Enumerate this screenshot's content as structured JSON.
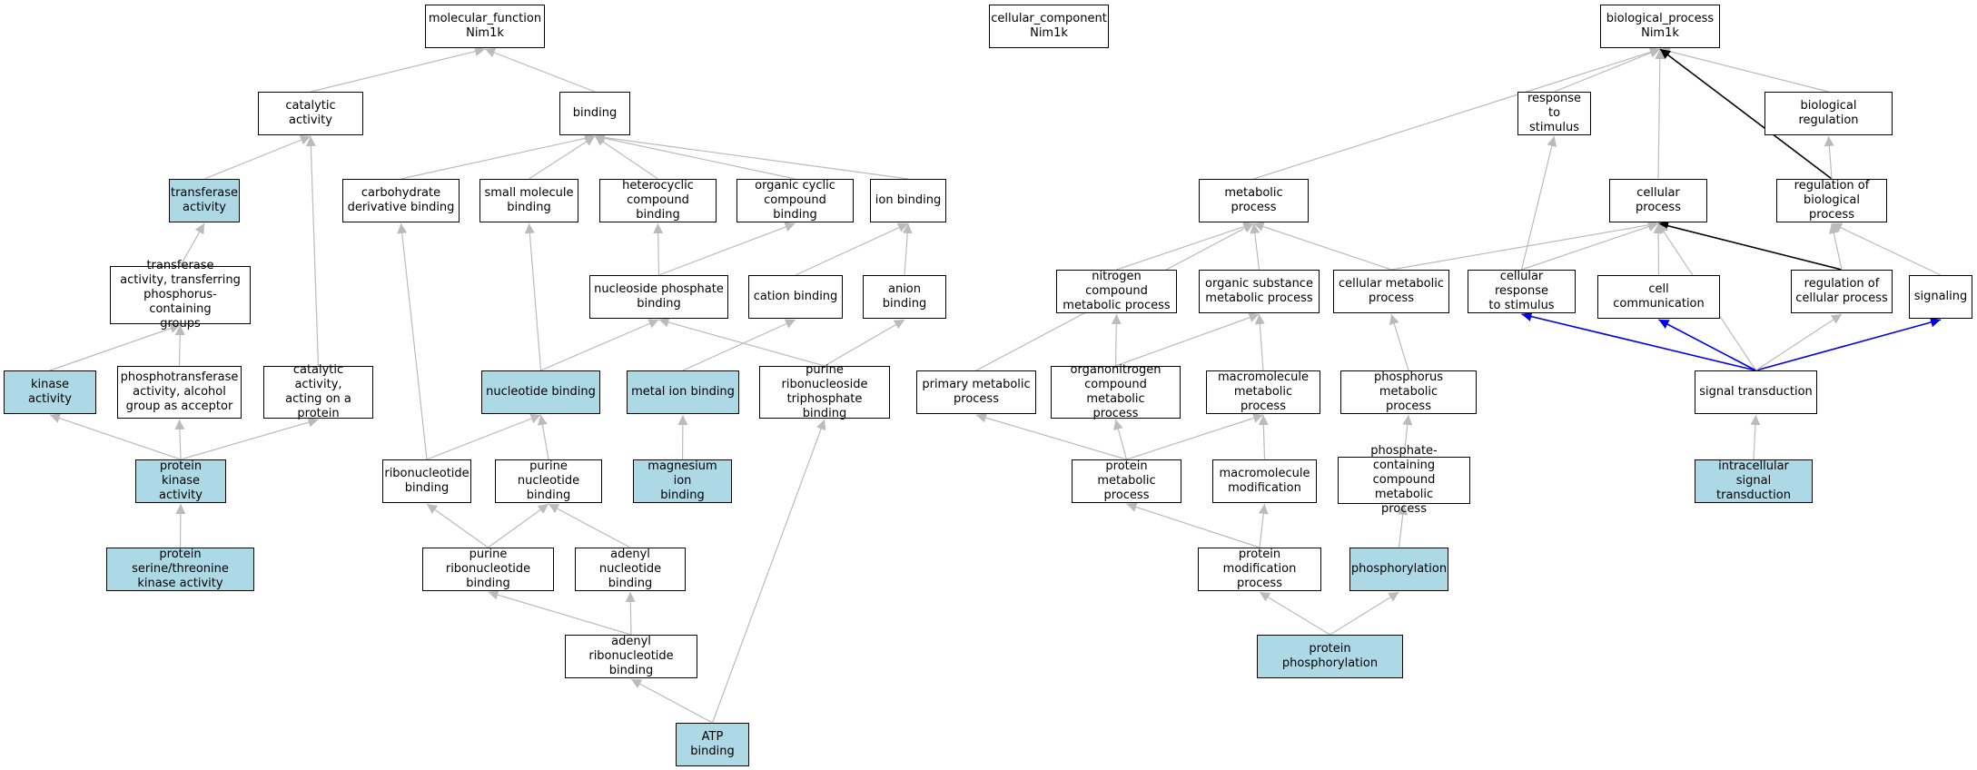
{
  "colors": {
    "highlight_fill": "#add8e6",
    "edge_gray": "#bbbbbb",
    "edge_black": "#000000",
    "edge_blue": "#0000ee"
  },
  "nodes": [
    {
      "id": "mf",
      "label": "molecular_function\nNim1k",
      "hl": false
    },
    {
      "id": "cc",
      "label": "cellular_component\nNim1k",
      "hl": false
    },
    {
      "id": "bp",
      "label": "biological_process\nNim1k",
      "hl": false
    },
    {
      "id": "catalytic",
      "label": "catalytic activity",
      "hl": false
    },
    {
      "id": "binding",
      "label": "binding",
      "hl": false
    },
    {
      "id": "transferase",
      "label": "transferase\nactivity",
      "hl": true
    },
    {
      "id": "carb",
      "label": "carbohydrate\nderivative binding",
      "hl": false
    },
    {
      "id": "smallmol",
      "label": "small molecule\nbinding",
      "hl": false
    },
    {
      "id": "heterocyclic",
      "label": "heterocyclic\ncompound binding",
      "hl": false
    },
    {
      "id": "orgcyclic",
      "label": "organic cyclic\ncompound binding",
      "hl": false
    },
    {
      "id": "ionbind",
      "label": "ion binding",
      "hl": false
    },
    {
      "id": "transfphos",
      "label": "transferase\nactivity, transferring\nphosphorus-containing\ngroups",
      "hl": false
    },
    {
      "id": "nucphos",
      "label": "nucleoside phosphate\nbinding",
      "hl": false
    },
    {
      "id": "cation",
      "label": "cation binding",
      "hl": false
    },
    {
      "id": "anion",
      "label": "anion binding",
      "hl": false
    },
    {
      "id": "kinase",
      "label": "kinase activity",
      "hl": true
    },
    {
      "id": "phosphotrans",
      "label": "phosphotransferase\nactivity, alcohol\ngroup as acceptor",
      "hl": false
    },
    {
      "id": "catprot",
      "label": "catalytic activity,\nacting on a\nprotein",
      "hl": false
    },
    {
      "id": "nucbind",
      "label": "nucleotide binding",
      "hl": true
    },
    {
      "id": "metalion",
      "label": "metal ion binding",
      "hl": true
    },
    {
      "id": "purribotri",
      "label": "purine ribonucleoside\ntriphosphate\nbinding",
      "hl": false
    },
    {
      "id": "protkinase",
      "label": "protein kinase\nactivity",
      "hl": true
    },
    {
      "id": "ribonuc",
      "label": "ribonucleotide\nbinding",
      "hl": false
    },
    {
      "id": "purnuc",
      "label": "purine nucleotide\nbinding",
      "hl": false
    },
    {
      "id": "magnesium",
      "label": "magnesium ion\nbinding",
      "hl": true
    },
    {
      "id": "serthr",
      "label": "protein serine/threonine\nkinase activity",
      "hl": true
    },
    {
      "id": "purribo",
      "label": "purine ribonucleotide\nbinding",
      "hl": false
    },
    {
      "id": "adenylnuc",
      "label": "adenyl nucleotide\nbinding",
      "hl": false
    },
    {
      "id": "adenylribo",
      "label": "adenyl ribonucleotide\nbinding",
      "hl": false
    },
    {
      "id": "atp",
      "label": "ATP binding",
      "hl": true
    },
    {
      "id": "respstim",
      "label": "response to\nstimulus",
      "hl": false
    },
    {
      "id": "bioreg",
      "label": "biological regulation",
      "hl": false
    },
    {
      "id": "metabolic",
      "label": "metabolic process",
      "hl": false
    },
    {
      "id": "cellproc",
      "label": "cellular process",
      "hl": false
    },
    {
      "id": "regbio",
      "label": "regulation of\nbiological process",
      "hl": false
    },
    {
      "id": "nitrogen",
      "label": "nitrogen compound\nmetabolic process",
      "hl": false
    },
    {
      "id": "orgsub",
      "label": "organic substance\nmetabolic process",
      "hl": false
    },
    {
      "id": "cellmet",
      "label": "cellular metabolic\nprocess",
      "hl": false
    },
    {
      "id": "cellresp",
      "label": "cellular response\nto stimulus",
      "hl": false
    },
    {
      "id": "cellcomm",
      "label": "cell communication",
      "hl": false
    },
    {
      "id": "regcell",
      "label": "regulation of\ncellular process",
      "hl": false
    },
    {
      "id": "signaling",
      "label": "signaling",
      "hl": false
    },
    {
      "id": "primary",
      "label": "primary metabolic\nprocess",
      "hl": false
    },
    {
      "id": "organonit",
      "label": "organonitrogen\ncompound metabolic\nprocess",
      "hl": false
    },
    {
      "id": "macromol",
      "label": "macromolecule\nmetabolic process",
      "hl": false
    },
    {
      "id": "phosmet",
      "label": "phosphorus metabolic\nprocess",
      "hl": false
    },
    {
      "id": "sigtrans",
      "label": "signal transduction",
      "hl": false
    },
    {
      "id": "protmet",
      "label": "protein metabolic\nprocess",
      "hl": false
    },
    {
      "id": "macromod",
      "label": "macromolecule\nmodification",
      "hl": false
    },
    {
      "id": "phoscont",
      "label": "phosphate-containing\ncompound metabolic\nprocess",
      "hl": false
    },
    {
      "id": "intracell",
      "label": "intracellular\nsignal transduction",
      "hl": true
    },
    {
      "id": "protmod",
      "label": "protein modification\nprocess",
      "hl": false
    },
    {
      "id": "phosphorylation",
      "label": "phosphorylation",
      "hl": true
    },
    {
      "id": "protphos",
      "label": "protein phosphorylation",
      "hl": true
    }
  ],
  "edges": [
    {
      "from": "catalytic",
      "to": "mf",
      "style": "gray"
    },
    {
      "from": "binding",
      "to": "mf",
      "style": "gray"
    },
    {
      "from": "transferase",
      "to": "catalytic",
      "style": "gray"
    },
    {
      "from": "catprot",
      "to": "catalytic",
      "style": "gray"
    },
    {
      "from": "carb",
      "to": "binding",
      "style": "gray"
    },
    {
      "from": "smallmol",
      "to": "binding",
      "style": "gray"
    },
    {
      "from": "heterocyclic",
      "to": "binding",
      "style": "gray"
    },
    {
      "from": "orgcyclic",
      "to": "binding",
      "style": "gray"
    },
    {
      "from": "ionbind",
      "to": "binding",
      "style": "gray"
    },
    {
      "from": "transfphos",
      "to": "transferase",
      "style": "gray"
    },
    {
      "from": "kinase",
      "to": "transfphos",
      "style": "gray"
    },
    {
      "from": "phosphotrans",
      "to": "transfphos",
      "style": "gray"
    },
    {
      "from": "protkinase",
      "to": "kinase",
      "style": "gray"
    },
    {
      "from": "protkinase",
      "to": "phosphotrans",
      "style": "gray"
    },
    {
      "from": "protkinase",
      "to": "catprot",
      "style": "gray"
    },
    {
      "from": "serthr",
      "to": "protkinase",
      "style": "gray"
    },
    {
      "from": "nucphos",
      "to": "heterocyclic",
      "style": "gray"
    },
    {
      "from": "nucphos",
      "to": "orgcyclic",
      "style": "gray"
    },
    {
      "from": "cation",
      "to": "ionbind",
      "style": "gray"
    },
    {
      "from": "anion",
      "to": "ionbind",
      "style": "gray"
    },
    {
      "from": "nucbind",
      "to": "smallmol",
      "style": "gray"
    },
    {
      "from": "nucbind",
      "to": "nucphos",
      "style": "gray"
    },
    {
      "from": "metalion",
      "to": "cation",
      "style": "gray"
    },
    {
      "from": "purribotri",
      "to": "nucphos",
      "style": "gray"
    },
    {
      "from": "purribotri",
      "to": "anion",
      "style": "gray"
    },
    {
      "from": "ribonuc",
      "to": "carb",
      "style": "gray"
    },
    {
      "from": "ribonuc",
      "to": "nucbind",
      "style": "gray"
    },
    {
      "from": "purnuc",
      "to": "nucbind",
      "style": "gray"
    },
    {
      "from": "magnesium",
      "to": "metalion",
      "style": "gray"
    },
    {
      "from": "purribo",
      "to": "ribonuc",
      "style": "gray"
    },
    {
      "from": "purribo",
      "to": "purnuc",
      "style": "gray"
    },
    {
      "from": "adenylnuc",
      "to": "purnuc",
      "style": "gray"
    },
    {
      "from": "adenylribo",
      "to": "purribo",
      "style": "gray"
    },
    {
      "from": "adenylribo",
      "to": "adenylnuc",
      "style": "gray"
    },
    {
      "from": "atp",
      "to": "adenylribo",
      "style": "gray"
    },
    {
      "from": "atp",
      "to": "purribotri",
      "style": "gray"
    },
    {
      "from": "respstim",
      "to": "bp",
      "style": "gray"
    },
    {
      "from": "metabolic",
      "to": "bp",
      "style": "gray"
    },
    {
      "from": "cellproc",
      "to": "bp",
      "style": "gray"
    },
    {
      "from": "bioreg",
      "to": "bp",
      "style": "gray"
    },
    {
      "from": "regbio",
      "to": "bp",
      "style": "black"
    },
    {
      "from": "regbio",
      "to": "bioreg",
      "style": "gray"
    },
    {
      "from": "nitrogen",
      "to": "metabolic",
      "style": "gray"
    },
    {
      "from": "orgsub",
      "to": "metabolic",
      "style": "gray"
    },
    {
      "from": "cellmet",
      "to": "metabolic",
      "style": "gray"
    },
    {
      "from": "primary",
      "to": "metabolic",
      "style": "gray"
    },
    {
      "from": "cellmet",
      "to": "cellproc",
      "style": "gray"
    },
    {
      "from": "cellresp",
      "to": "cellproc",
      "style": "gray"
    },
    {
      "from": "cellresp",
      "to": "respstim",
      "style": "gray"
    },
    {
      "from": "cellcomm",
      "to": "cellproc",
      "style": "gray"
    },
    {
      "from": "regcell",
      "to": "cellproc",
      "style": "black"
    },
    {
      "from": "regcell",
      "to": "regbio",
      "style": "gray"
    },
    {
      "from": "signaling",
      "to": "regbio",
      "style": "gray"
    },
    {
      "from": "sigtrans",
      "to": "cellproc",
      "style": "gray"
    },
    {
      "from": "organonit",
      "to": "nitrogen",
      "style": "gray"
    },
    {
      "from": "organonit",
      "to": "orgsub",
      "style": "gray"
    },
    {
      "from": "macromol",
      "to": "orgsub",
      "style": "gray"
    },
    {
      "from": "phosmet",
      "to": "cellmet",
      "style": "gray"
    },
    {
      "from": "sigtrans",
      "to": "cellresp",
      "style": "blue"
    },
    {
      "from": "sigtrans",
      "to": "cellcomm",
      "style": "blue"
    },
    {
      "from": "sigtrans",
      "to": "signaling",
      "style": "blue"
    },
    {
      "from": "sigtrans",
      "to": "regcell",
      "style": "gray"
    },
    {
      "from": "protmet",
      "to": "primary",
      "style": "gray"
    },
    {
      "from": "protmet",
      "to": "organonit",
      "style": "gray"
    },
    {
      "from": "protmet",
      "to": "macromol",
      "style": "gray"
    },
    {
      "from": "macromod",
      "to": "macromol",
      "style": "gray"
    },
    {
      "from": "phoscont",
      "to": "phosmet",
      "style": "gray"
    },
    {
      "from": "intracell",
      "to": "sigtrans",
      "style": "gray"
    },
    {
      "from": "protmod",
      "to": "protmet",
      "style": "gray"
    },
    {
      "from": "protmod",
      "to": "macromod",
      "style": "gray"
    },
    {
      "from": "phosphorylation",
      "to": "phoscont",
      "style": "gray"
    },
    {
      "from": "protphos",
      "to": "protmod",
      "style": "gray"
    },
    {
      "from": "protphos",
      "to": "phosphorylation",
      "style": "gray"
    }
  ]
}
